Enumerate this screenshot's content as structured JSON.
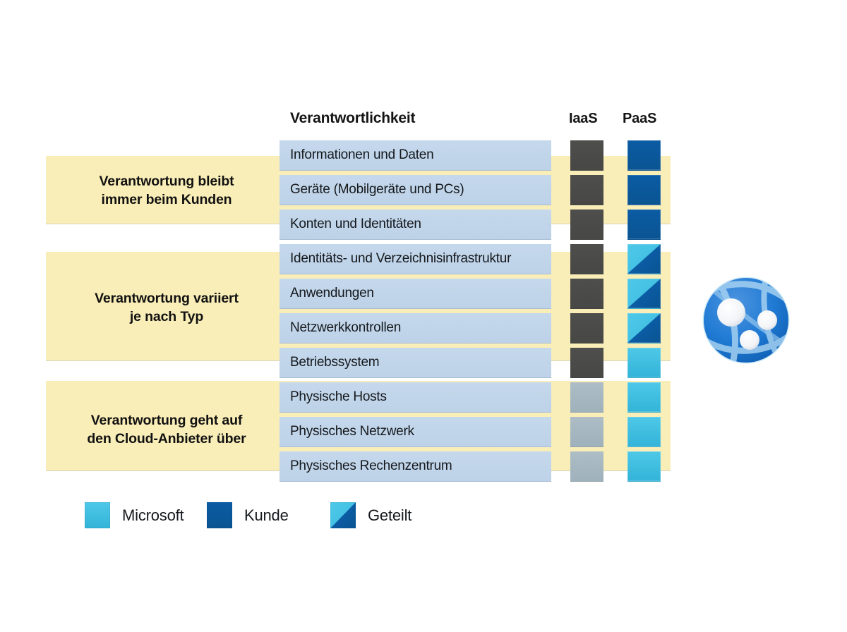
{
  "diagram": {
    "title_column": "Verantwortlichkeit",
    "columns": [
      {
        "key": "iaas",
        "label": "IaaS"
      },
      {
        "key": "paas",
        "label": "PaaS"
      }
    ],
    "groups": [
      {
        "id": "group-1",
        "label": "Verantwortung bleibt\nimmer beim Kunden",
        "line1": "Verantwortung bleibt",
        "line2": "immer beim Kunden"
      },
      {
        "id": "group-2",
        "label": "Verantwortung variiert\nje nach Typ",
        "line1": "Verantwortung variiert",
        "line2": "je nach Typ"
      },
      {
        "id": "group-3",
        "label": "Verantwortung geht auf\nden Cloud-Anbieter über",
        "line1": "Verantwortung geht auf",
        "line2": "den Cloud-Anbieter über"
      }
    ],
    "rows": [
      {
        "label": "Informationen und Daten",
        "group": "group-1",
        "iaas": "obscured-dark",
        "paas": "customer"
      },
      {
        "label": "Geräte (Mobilgeräte und PCs)",
        "group": "group-1",
        "iaas": "obscured-dark",
        "paas": "customer"
      },
      {
        "label": "Konten und Identitäten",
        "group": "group-1",
        "iaas": "obscured-dark",
        "paas": "customer"
      },
      {
        "label": "Identitäts- und Verzeichnisinfrastruktur",
        "group": "group-2",
        "iaas": "obscured-dark",
        "paas": "shared"
      },
      {
        "label": "Anwendungen",
        "group": "group-2",
        "iaas": "obscured-dark",
        "paas": "shared"
      },
      {
        "label": "Netzwerkkontrollen",
        "group": "group-2",
        "iaas": "obscured-dark",
        "paas": "shared"
      },
      {
        "label": "Betriebssystem",
        "group": "group-2",
        "iaas": "obscured-dark",
        "paas": "microsoft"
      },
      {
        "label": "Physische Hosts",
        "group": "group-3",
        "iaas": "obscured-light",
        "paas": "microsoft"
      },
      {
        "label": "Physisches Netzwerk",
        "group": "group-3",
        "iaas": "obscured-light",
        "paas": "microsoft"
      },
      {
        "label": "Physisches Rechenzentrum",
        "group": "group-3",
        "iaas": "obscured-light",
        "paas": "microsoft"
      }
    ],
    "legend": [
      {
        "key": "microsoft",
        "label": "Microsoft",
        "swatch": "solid-cyan"
      },
      {
        "key": "customer",
        "label": "Kunde",
        "swatch": "solid-dark-blue"
      },
      {
        "key": "shared",
        "label": "Geteilt",
        "swatch": "split-diagonal"
      }
    ],
    "colors": {
      "microsoft": "#3fc0e3",
      "customer": "#0b5ca4",
      "band": "#faeeb8",
      "row_bar": "#bfd4ea",
      "obscured_dark": "#4a4a48",
      "obscured_light": "#aebdc6",
      "globe_blue": "#1a73c8",
      "text": "#16191d"
    },
    "graphic": {
      "name": "network-globe-icon"
    }
  }
}
